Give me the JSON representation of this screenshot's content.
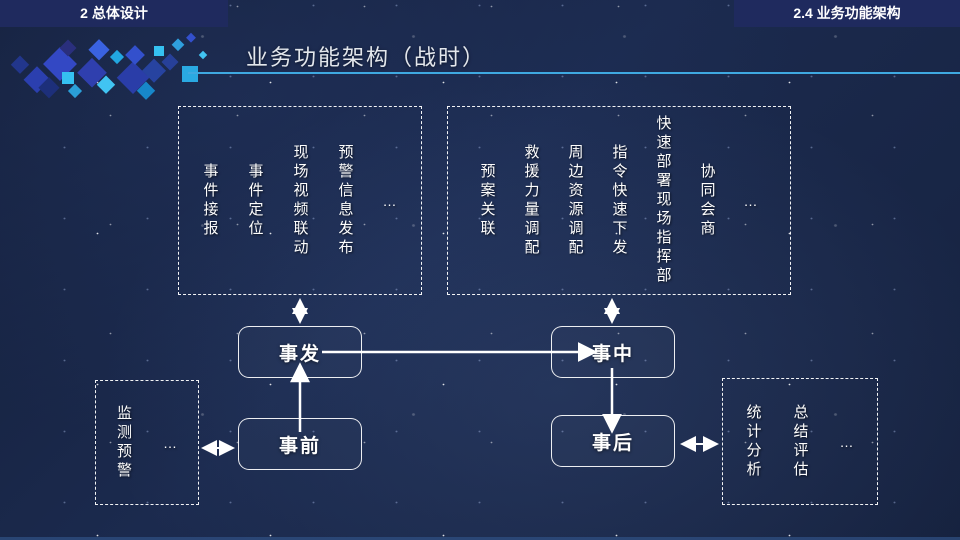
{
  "slide": {
    "section_tab": "2 总体设计",
    "subsection_tab": "2.4 业务功能架构",
    "title": "业务功能架构（战时）"
  },
  "colors": {
    "banner_bg": "#1f2a5e",
    "underline": "#3fa9e1",
    "bg_base": "#182543",
    "line_color": "#ffffff"
  },
  "diagram": {
    "stages": {
      "onset": "事发",
      "during": "事中",
      "before": "事前",
      "after": "事后"
    },
    "onset_functions": {
      "items": [
        "事件接报",
        "事件定位",
        "现场视频联动",
        "预警信息发布"
      ],
      "more": "…"
    },
    "during_functions": {
      "items": [
        "预案关联",
        "救援力量调配",
        "周边资源调配",
        "指令快速下发",
        "快速部署现场指挥部",
        "协同会商"
      ],
      "more": "…"
    },
    "before_functions": {
      "items": [
        "监测预警"
      ],
      "more": "…"
    },
    "after_functions": {
      "items": [
        "统计分析",
        "总结评估"
      ],
      "more": "…"
    }
  }
}
